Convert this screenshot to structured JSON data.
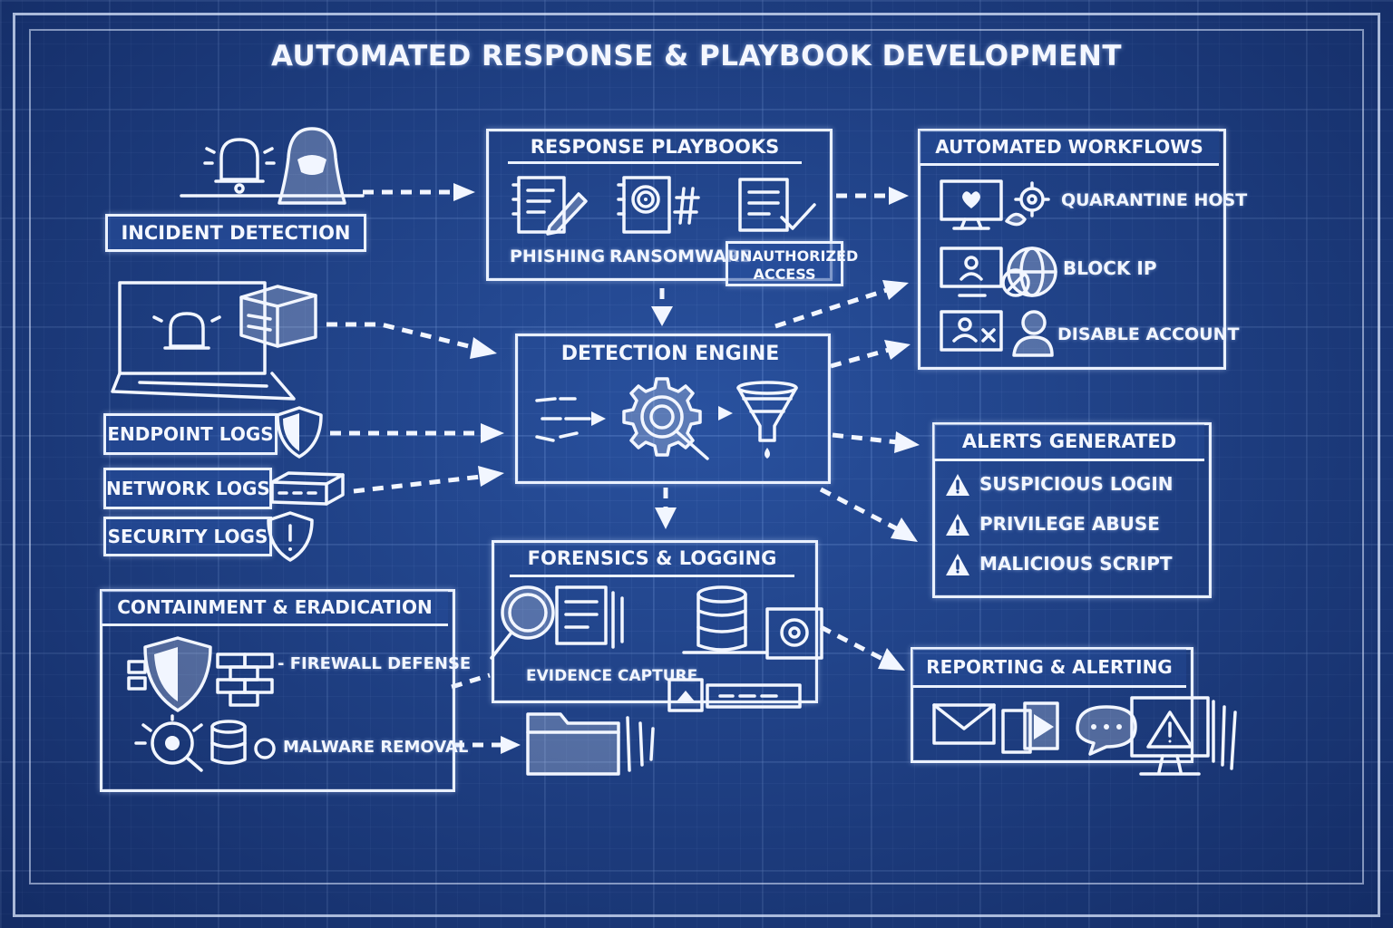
{
  "title": "AUTOMATED RESPONSE & PLAYBOOK DEVELOPMENT",
  "incident": {
    "label": "INCIDENT DETECTION"
  },
  "logs": {
    "endpoint": "ENDPOINT LOGS",
    "network": "NETWORK LOGS",
    "security": "SECURITY LOGS"
  },
  "playbooks": {
    "title": "RESPONSE PLAYBOOKS",
    "phishing": "PHISHING",
    "ransomware": "RANSOMWARE",
    "unauthorized_1": "UNAUTHORIZED",
    "unauthorized_2": "ACCESS"
  },
  "engine": {
    "title": "DETECTION ENGINE"
  },
  "workflows": {
    "title": "AUTOMATED WORKFLOWS",
    "items": [
      "QUARANTINE HOST",
      "BLOCK IP",
      "DISABLE ACCOUNT"
    ]
  },
  "alerts": {
    "title": "ALERTS GENERATED",
    "items": [
      "SUSPICIOUS LOGIN",
      "PRIVILEGE ABUSE",
      "MALICIOUS SCRIPT"
    ]
  },
  "containment": {
    "title": "CONTAINMENT & ERADICATION",
    "firewall": "- FIREWALL DEFENSE",
    "malware": "MALWARE REMOVAL"
  },
  "forensics": {
    "title": "FORENSICS & LOGGING",
    "evidence": "EVIDENCE CAPTURE"
  },
  "reporting": {
    "title": "REPORTING & ALERTING"
  },
  "colors": {
    "background": "#1f4289",
    "ink": "#f2f6ff"
  }
}
